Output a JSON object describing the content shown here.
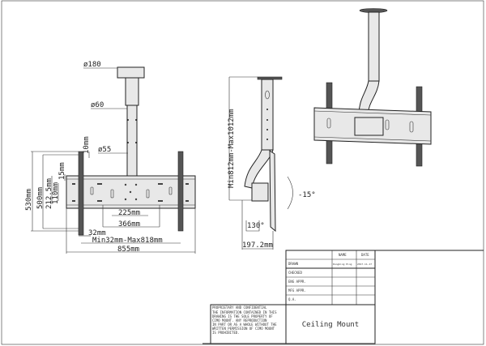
{
  "front_view": {
    "dia_plate": "ø180",
    "dia_upper_pole": "ø60",
    "dia_lower_pole": "ø55",
    "dim_10": "10mm",
    "dim_15": "15mm",
    "dim_530": "530mm",
    "dim_500": "500mm",
    "dim_212_5": "212.5mm",
    "dim_110": "110mm",
    "dim_225": "225mm",
    "dim_366": "366mm",
    "dim_32": "32mm",
    "dim_min_max": "Min32mm-Max818mm",
    "dim_855": "855mm"
  },
  "side_view": {
    "height_range": "Min812mm-Max1012mm",
    "tilt": "-15°",
    "swivel": "130°",
    "depth": "197.2mm"
  },
  "title_block": {
    "col_name": "NAME",
    "col_date": "DATE",
    "rows": [
      {
        "label": "DRAWN",
        "name": "Dongbing Ping",
        "date": "2017-11-17"
      },
      {
        "label": "CHECKED",
        "name": "",
        "date": ""
      },
      {
        "label": "ENG APPR.",
        "name": "",
        "date": ""
      },
      {
        "label": "MFG APPR.",
        "name": "",
        "date": ""
      },
      {
        "label": "Q.A.",
        "name": "",
        "date": ""
      }
    ],
    "proprietary_heading": "PROPRIETARY AND CONFIDENTIAL",
    "proprietary_lines": [
      "THE INFORMATION CONTAINED IN THIS",
      "DRAWING IS THE SOLE PROPERTY OF",
      "CIMO MOUNT. ANY REPRODUCTION",
      "IN PART OR AS A WHOLE WITHOUT THE",
      "WRITTEN PERMISSION OF CIMO MOUNT",
      "IS PROHIBITED."
    ],
    "drawing_title": "Ceiling Mount"
  }
}
